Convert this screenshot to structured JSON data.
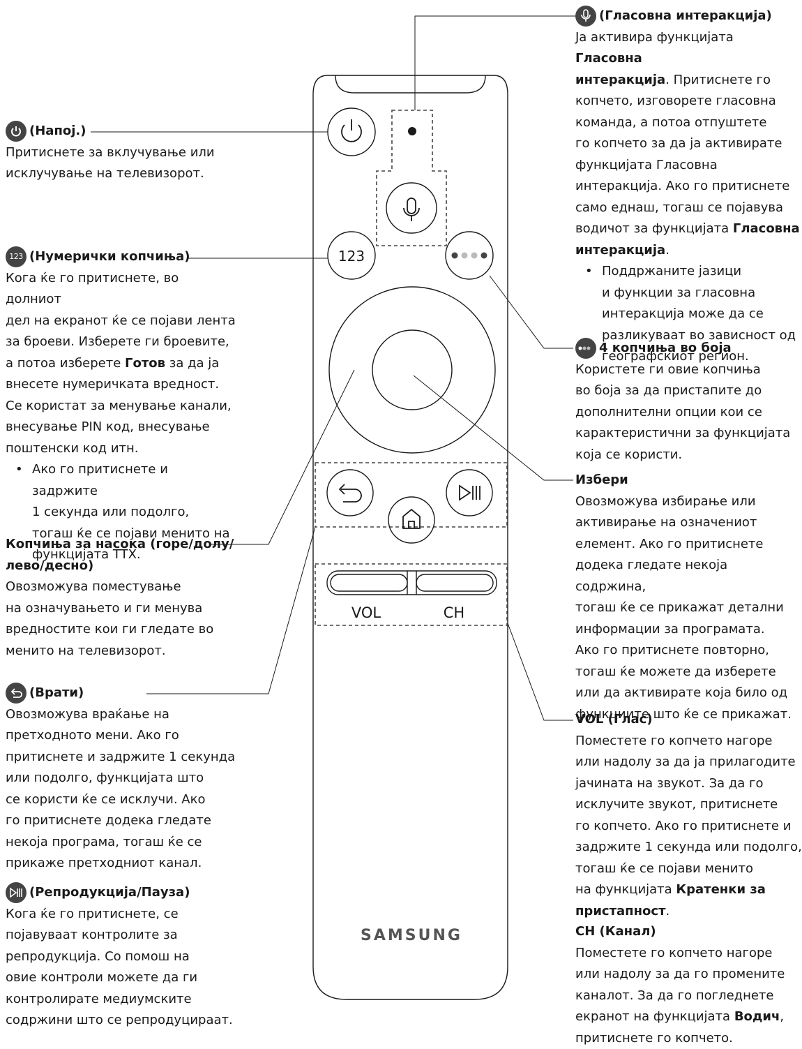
{
  "power": {
    "title": "(Напој.)",
    "text": [
      "Притиснете за вклучување или",
      "исклучување на телевизорот."
    ]
  },
  "numeric": {
    "title": "(Нумерички копчиња)",
    "icon_text": "123",
    "text": [
      "Кога ќе го притиснете, во долниот",
      "дел на екранот ќе се појави лента",
      "за броеви. Изберете ги броевите,"
    ],
    "line4_a": "а потоа изберете ",
    "line4_b": "Готов",
    "line4_c": " за да ја",
    "text2": [
      "внесете нумеричката вредност.",
      "Се користат за менување канали,",
      "внесување PIN код, внесување",
      "поштенски код итн."
    ],
    "bullet": [
      "Ако го притиснете и задржите",
      "1 секунда или подолго,",
      "тогаш ќе се појави менито на",
      "функцијата TTX."
    ]
  },
  "direction": {
    "title": [
      "Копчиња за насока (горе/долу/",
      "лево/десно)"
    ],
    "text": [
      "Овозможува поместување",
      "на означувањето и ги менува",
      "вредностите кои ги гледате во",
      "менито на телевизорот."
    ]
  },
  "back": {
    "title": "(Врати)",
    "text": [
      "Овозможува враќање на",
      "претходното мени. Ако го",
      "притиснете и задржите 1 секунда",
      "или подолго, функцијата што",
      "се користи ќе се исклучи. Ако",
      "го притиснете додека гледате",
      "некоја програма, тогаш ќе се",
      "прикаже претходниот канал."
    ]
  },
  "play": {
    "title": "(Репродукција/Пауза)",
    "text": [
      "Кога ќе го притиснете, се",
      "појавуваат контролите за",
      "репродукција. Со помош на",
      "овие контроли можете да ги",
      "контролирате медиумските",
      "содржини што се репродуцираат."
    ]
  },
  "voice": {
    "title": "(Гласовна интеракција)",
    "l1_a": "Ја активира функцијата ",
    "l1_b": "Гласовна",
    "l2_b": "интеракција",
    "l2_c": ". Притиснете го",
    "text": [
      "копчето, изговорете гласовна",
      "команда, а потоа отпуштете",
      "го копчето за да ја активирате",
      "функцијата Гласовна",
      "интеракција. Ако го притиснете",
      "само еднаш, тогаш се појавува"
    ],
    "l9_a": "водичот за функцијата ",
    "l9_b": "Гласовна",
    "l10_b": "интеракција",
    "l10_c": ".",
    "bullet": [
      "Поддржаните јазици",
      "и функции за гласовна",
      "интеракција може да се",
      "разликуваат во зависност од",
      "географскиот регион."
    ]
  },
  "colors": {
    "title": "4 копчиња во боја",
    "text": [
      "Користете ги овие копчиња",
      "во боја за да пристапите до",
      "дополнителни опции кои се",
      "карактеристични за функцијата",
      "која се користи."
    ]
  },
  "select": {
    "title": "Избери",
    "text": [
      "Овозможува избирање или",
      "активирање на означениот",
      "елемент. Ако го притиснете",
      "додека гледате некоја содржина,",
      "тогаш ќе се прикажат детални",
      "информации за програмата.",
      "Ако го притиснете повторно,",
      "тогаш ќе можете да изберете",
      "или да активирате која било од",
      "функциите што ќе се прикажат."
    ]
  },
  "vol": {
    "title": "VOL (Глас)",
    "text": [
      "Поместете го копчето нагоре",
      "или надолу за да ја прилагодите",
      "јачината на звукот. За да го",
      "исклучите звукот, притиснете",
      "го копчето. Ако го притиснете и",
      "задржите 1 секунда или подолго,",
      "тогаш ќе се појави менито"
    ],
    "l8_a": "на функцијата ",
    "l8_b": "Кратенки за",
    "l9_b": "пристапност",
    "l9_c": "."
  },
  "ch": {
    "title": "CH (Канал)",
    "text": [
      "Поместете го копчето нагоре",
      "или надолу за да го промените",
      "каналот. За да го погледнете"
    ],
    "l4_a": "екранот на функцијата ",
    "l4_b": "Водич",
    "l4_c": ",",
    "l5": "притиснете го копчето."
  },
  "remote": {
    "btn_123": "123",
    "vol_label": "VOL",
    "ch_label": "CH",
    "brand": "SAMSUNG"
  }
}
